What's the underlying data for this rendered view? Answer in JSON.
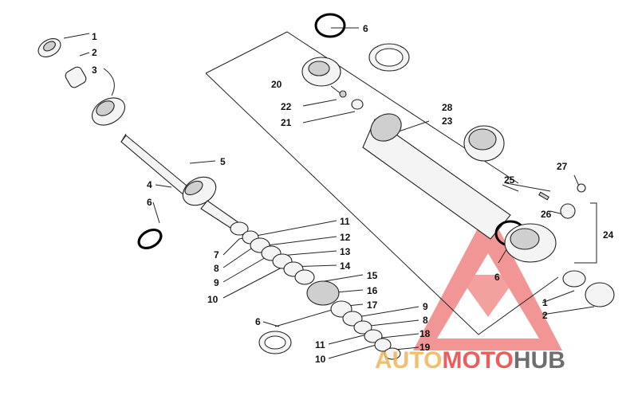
{
  "callouts": {
    "c1a": "1",
    "c2a": "2",
    "c3": "3",
    "c4": "4",
    "c5": "5",
    "c6a": "6",
    "c6b": "6",
    "c6c": "6",
    "c6d": "6",
    "c7": "7",
    "c8a": "8",
    "c9a": "9",
    "c10a": "10",
    "c11a": "11",
    "c12": "12",
    "c13": "13",
    "c14": "14",
    "c15": "15",
    "c16": "16",
    "c17": "17",
    "c9b": "9",
    "c8b": "8",
    "c18": "18",
    "c19": "19",
    "c11b": "11",
    "c10b": "10",
    "c20": "20",
    "c21": "21",
    "c22": "22",
    "c23": "23",
    "c24": "24",
    "c25": "25",
    "c26": "26",
    "c27": "27",
    "c28": "28",
    "c1b": "1",
    "c2b": "2"
  },
  "watermark": {
    "text_part1": "AUTO",
    "text_part2": "MOTO",
    "text_part3": "HUB",
    "color_red": "#e8423f",
    "color_gray": "#555555",
    "color_orange": "#f2b356"
  }
}
